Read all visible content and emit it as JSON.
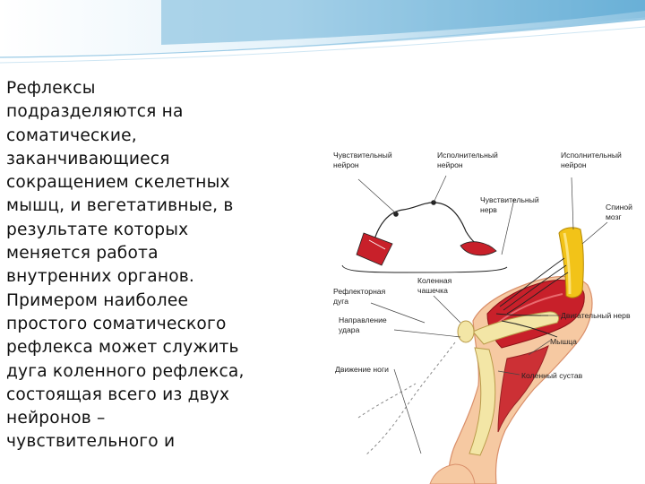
{
  "slide": {
    "body_lines": [
      "Рефлексы",
      "подразделяются на",
      "соматические,",
      "заканчивающиеся",
      "сокращением скелетных",
      "мышц, и вегетативные, в",
      "результате которых",
      "меняется работа",
      "внутренних органов.",
      "Примером наиболее",
      "простого соматического",
      "рефлекса может служить",
      "дуга коленного рефлекса,",
      "состоящая всего из двух",
      "нейронов –",
      "чувствительного и"
    ]
  },
  "figure": {
    "labels": {
      "sensory_neuron_1": "Чувствительный",
      "sensory_neuron_2": "нейрон",
      "executive_neuron_a1": "Исполнительный",
      "executive_neuron_a2": "нейрон",
      "executive_neuron_b1": "Исполнительный",
      "executive_neuron_b2": "нейрон",
      "sensory_nerve_1": "Чувствительный",
      "sensory_nerve_2": "нерв",
      "spinal_cord_1": "Спиной",
      "spinal_cord_2": "мозг",
      "reflex_arc_1": "Рефлекторная",
      "reflex_arc_2": "дуга",
      "kneecap_1": "Коленная",
      "kneecap_2": "чашечка",
      "direction_1": "Направление",
      "direction_2": "удара",
      "motor_nerve": "Двигательный нерв",
      "muscle": "Мышца",
      "leg_movement": "Движение ноги",
      "knee_joint": "Коленный сустав"
    }
  },
  "colors": {
    "header_blue": "#2b8fc7",
    "muscle_red": "#c8202a",
    "skin": "#f6c9a2",
    "spinal_cord": "#f2c318"
  }
}
